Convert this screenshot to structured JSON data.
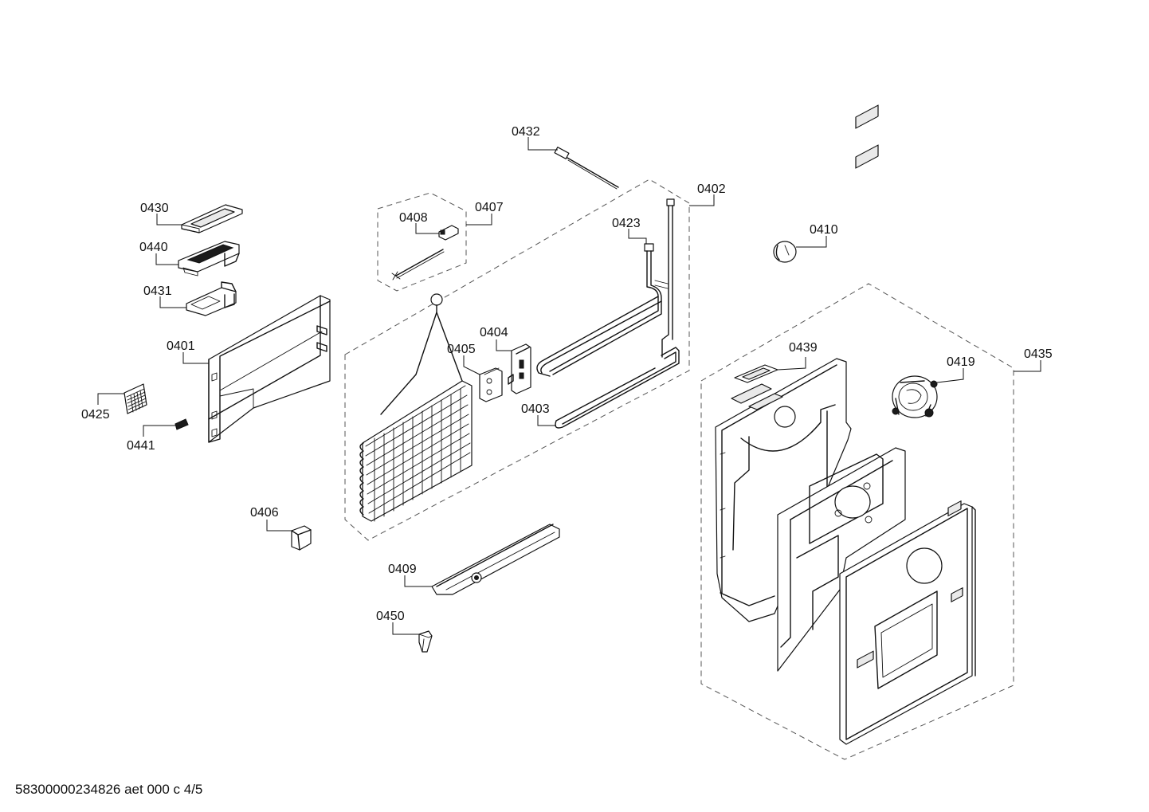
{
  "labels": {
    "p0432": "0432",
    "p0402": "0402",
    "p0430": "0430",
    "p0408": "0408",
    "p0407": "0407",
    "p0423": "0423",
    "p0410": "0410",
    "p0440": "0440",
    "p0431": "0431",
    "p0401": "0401",
    "p0404": "0404",
    "p0405": "0405",
    "p0439": "0439",
    "p0419": "0419",
    "p0435": "0435",
    "p0425": "0425",
    "p0403": "0403",
    "p0441": "0441",
    "p0406": "0406",
    "p0409": "0409",
    "p0450": "0450"
  },
  "footer": "58300000234826 aet 000 c 4/5"
}
